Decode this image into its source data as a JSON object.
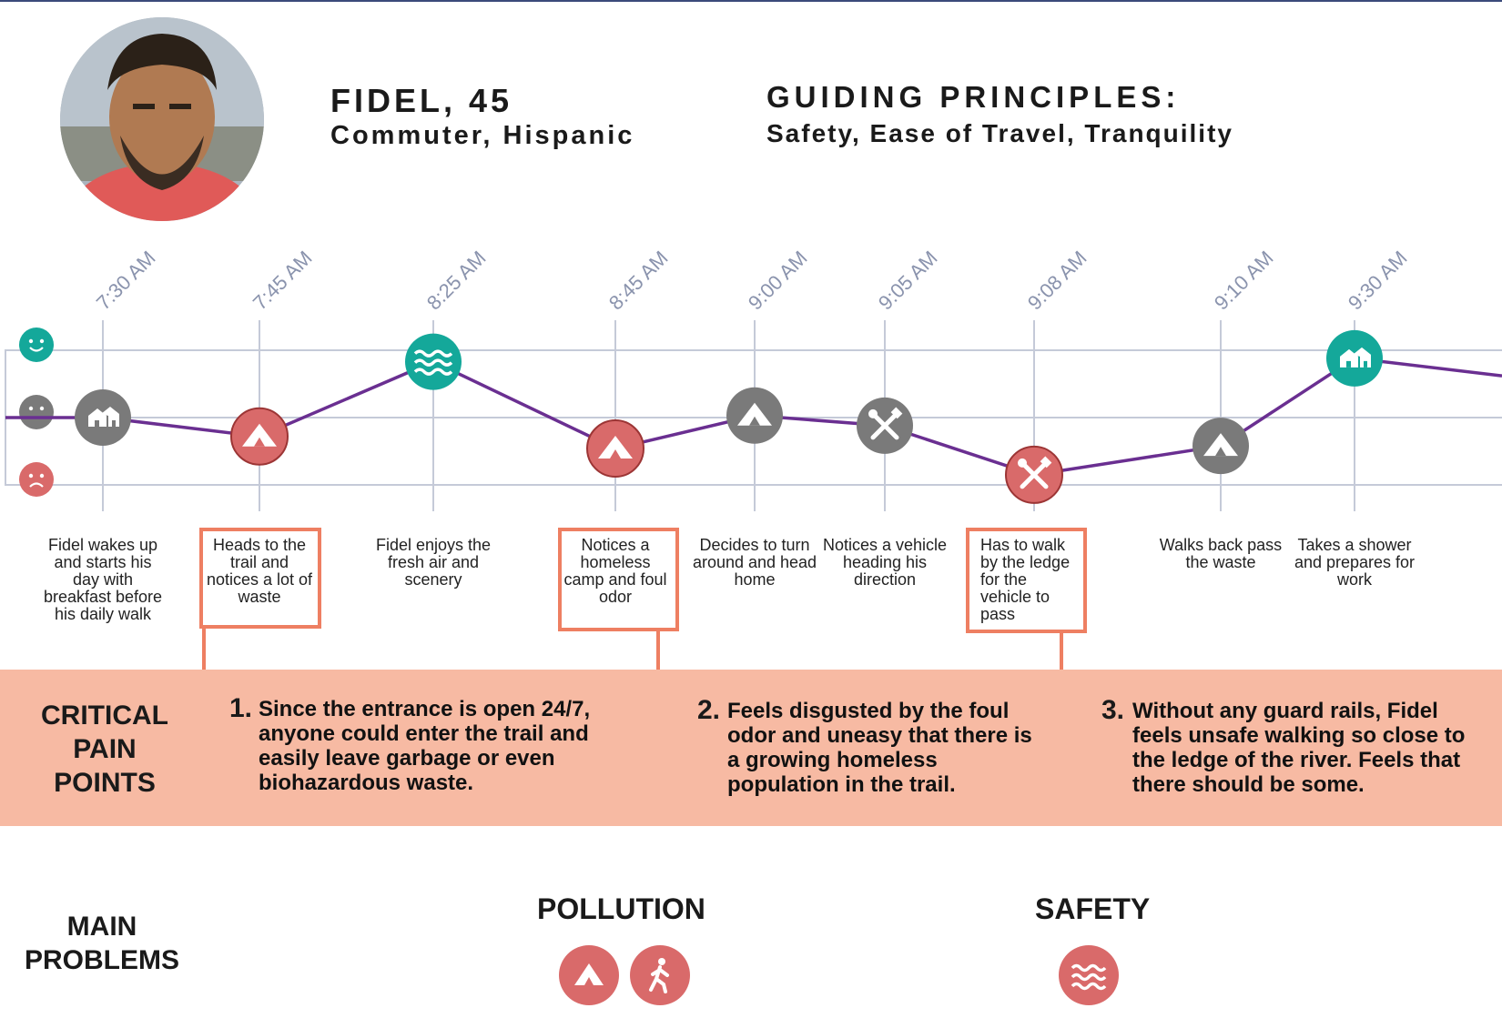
{
  "persona": {
    "name": "FIDEL, 45",
    "subtitle": "Commuter, Hispanic",
    "guiding_title": "GUIDING PRINCIPLES:",
    "guiding_values": "Safety, Ease of Travel, Tranquility"
  },
  "colors": {
    "line": "#6a2f91",
    "guide": "#c5cad8",
    "neutral": "#7a7a7a",
    "happy": "#14a89a",
    "pain": "#d96a6a",
    "highlight": "#ee7f62",
    "band": "#f7baa3"
  },
  "chart_data": {
    "type": "line",
    "y_levels": [
      "happy",
      "neutral",
      "sad"
    ],
    "steps": [
      {
        "time": "7:30 AM",
        "emotion": 0.0,
        "icon": "home-icon",
        "tone": "neutral",
        "desc": "Fidel wakes up and starts his day with breakfast before his daily walk",
        "highlight": false
      },
      {
        "time": "7:45 AM",
        "emotion": -0.28,
        "icon": "tent-icon",
        "tone": "pain",
        "desc": "Heads to the trail and notices a lot of waste",
        "highlight": true
      },
      {
        "time": "8:25 AM",
        "emotion": 0.83,
        "icon": "water-icon",
        "tone": "happy",
        "desc": "Fidel enjoys the fresh air and scenery",
        "highlight": false
      },
      {
        "time": "8:45 AM",
        "emotion": -0.46,
        "icon": "tent-icon",
        "tone": "pain",
        "desc": "Notices a homeless camp and foul odor",
        "highlight": true
      },
      {
        "time": "9:00 AM",
        "emotion": 0.03,
        "icon": "tent-icon",
        "tone": "neutral",
        "desc": "Decides to turn around and head home",
        "highlight": false
      },
      {
        "time": "9:05 AM",
        "emotion": -0.12,
        "icon": "tools-icon",
        "tone": "neutral",
        "desc": "Notices a vehicle heading his direction",
        "highlight": false
      },
      {
        "time": "9:08 AM",
        "emotion": -0.85,
        "icon": "tools-icon",
        "tone": "pain",
        "desc": "Has to walk by the ledge for the vehicle to pass",
        "highlight": true
      },
      {
        "time": "9:10 AM",
        "emotion": -0.42,
        "icon": "tent-icon",
        "tone": "neutral",
        "desc": "Walks back pass the waste",
        "highlight": false
      },
      {
        "time": "9:30 AM",
        "emotion": 0.88,
        "icon": "home-icon",
        "tone": "happy",
        "desc": "Takes a shower and prepares for work",
        "highlight": false
      }
    ],
    "tail_emotion": 0.62
  },
  "pain_points": {
    "title": "CRITICAL PAIN POINTS",
    "items": [
      {
        "num": "1.",
        "text": "Since the entrance is open 24/7, anyone could enter the trail and easily leave garbage or even biohazardous waste."
      },
      {
        "num": "2.",
        "text": "Feels disgusted by the foul odor and uneasy that there is a growing homeless population in the trail."
      },
      {
        "num": "3.",
        "text": "Without any guard rails, Fidel feels unsafe walking so close to the ledge of the river. Feels that there should be some."
      }
    ]
  },
  "problems": {
    "title": "MAIN PROBLEMS",
    "categories": [
      {
        "label": "POLLUTION",
        "icons": [
          "tent-icon",
          "walker-icon"
        ]
      },
      {
        "label": "SAFETY",
        "icons": [
          "water-icon"
        ]
      }
    ]
  }
}
